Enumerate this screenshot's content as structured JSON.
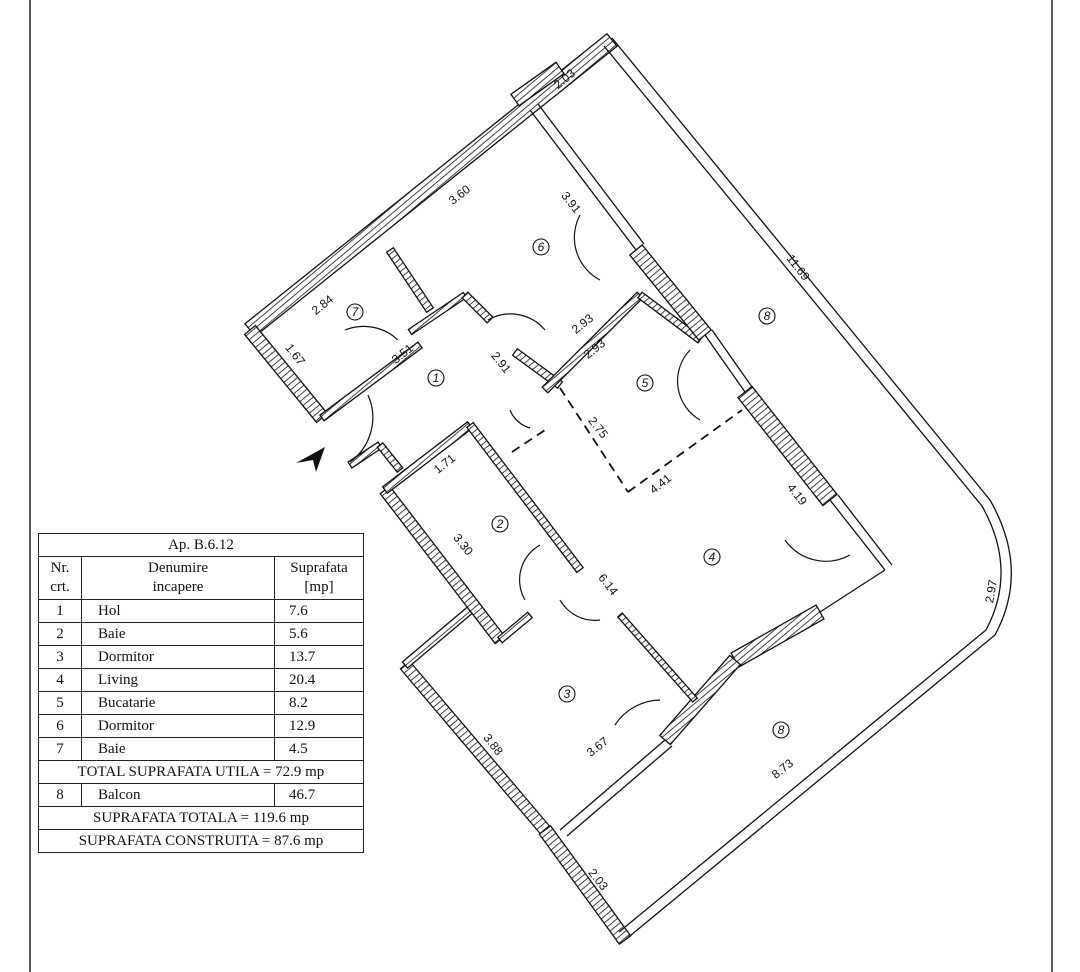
{
  "table": {
    "title": "Ap. B.6.12",
    "headers": {
      "nr": "Nr.\ncrt.",
      "name": "Denumire\nincapere",
      "area": "Suprafata\n[mp]"
    },
    "rows": [
      {
        "nr": "1",
        "name": "Hol",
        "area": "7.6"
      },
      {
        "nr": "2",
        "name": "Baie",
        "area": "5.6"
      },
      {
        "nr": "3",
        "name": "Dormitor",
        "area": "13.7"
      },
      {
        "nr": "4",
        "name": "Living",
        "area": "20.4"
      },
      {
        "nr": "5",
        "name": "Bucatarie",
        "area": "8.2"
      },
      {
        "nr": "6",
        "name": "Dormitor",
        "area": "12.9"
      },
      {
        "nr": "7",
        "name": "Baie",
        "area": "4.5"
      }
    ],
    "total_utila": "TOTAL SUPRAFATA UTILA = 72.9 mp",
    "balcony": {
      "nr": "8",
      "name": "Balcon",
      "area": "46.7"
    },
    "total": "SUPRAFATA TOTALA = 119.6 mp",
    "construita": "SUPRAFATA CONSTRUITA =  87.6 mp"
  },
  "plan": {
    "room_numbers": [
      "7",
      "6",
      "1",
      "5",
      "8",
      "2",
      "4",
      "3",
      "8"
    ],
    "dimensions": [
      "2.03",
      "3.60",
      "3.91",
      "11.69",
      "2.84",
      "1.67",
      "3.51",
      "2.91",
      "2.93",
      "2.93",
      "2.75",
      "4.41",
      "4.19",
      "1.71",
      "3.30",
      "6.14",
      "2.97",
      "3.88",
      "3.67",
      "8.73",
      "2.03"
    ],
    "entrance_icon": "entrance-arrow-icon"
  }
}
